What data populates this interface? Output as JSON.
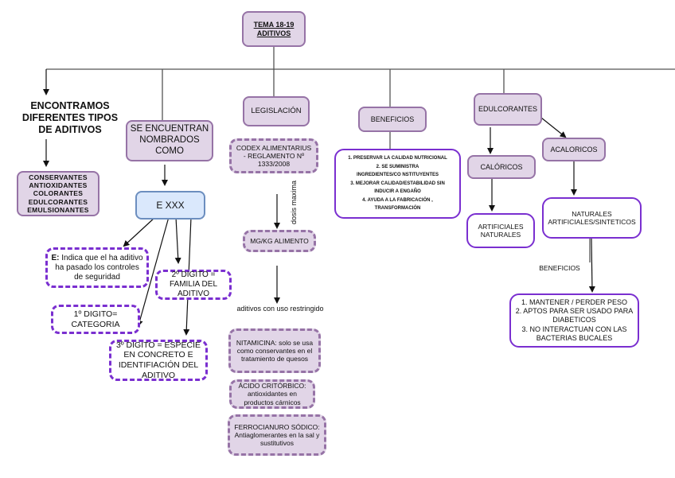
{
  "root": {
    "line1": "TEMA 18-19",
    "line2": "ADITIVOS"
  },
  "branches": {
    "tipos": {
      "heading_lines": [
        "ENCONTRAMOS",
        "DIFERENTES TIPOS",
        "DE ADITIVOS"
      ],
      "list_lines": [
        "CONSERVANTES",
        "ANTIOXIDANTES",
        "COLORANTES",
        "EDULCORANTES",
        "EMULSIONANTES"
      ]
    },
    "nombrados": {
      "heading_lines": [
        "SE ENCUENTRAN",
        "NOMBRADOS",
        "COMO"
      ],
      "code": "E XXX",
      "e_note_bold": "E:",
      "e_note_text": "Indica que el ha aditivo ha pasado los controles de seguridad",
      "digit1_lines": [
        "1º DIGITO=",
        "CATEGORIA"
      ],
      "digit2_lines": [
        "2º DIGITO =",
        "FAMILIA DEL",
        "ADITIVO"
      ],
      "digit3_lines": [
        "3º DIGITO = ESPECIE",
        "EN CONCRETO E",
        "IDENTIFIACIÓN DEL",
        "ADITIVO"
      ]
    },
    "legislacion": {
      "heading": "LEGISLACIÓN",
      "codex_lines": [
        "CODEX ALIMENTARIUS",
        "- REGLAMENTO Nº",
        "1333/2008"
      ],
      "edge_label": "dosis maxima",
      "unit": "MG/KG ALIMENTO",
      "restricted_label": "aditivos con uso restringido",
      "examples": [
        {
          "name": "NITAMICINA:",
          "desc": "solo se usa como conservantes en el tratamiento de quesos"
        },
        {
          "name": "ÁCIDO CRITÓRBICO:",
          "desc": "antioxidantes en productos cárnicos"
        },
        {
          "name": "FERROCIANURO SÓDICO:",
          "desc": "Antiaglomerantes en la sal y sustitutivos"
        }
      ]
    },
    "beneficios": {
      "heading": "BENEFICIOS",
      "list_lines": [
        "1. PRESERVAR LA CALIDAD NUTRICIONAL",
        "2. SE SUMINISTRA",
        "INGREDIENTES/CO NSTITUYENTES",
        "3. MEJORAR CALIDAD/ESTABILIDAD SIN",
        "INDUCIR A ENGAÑO",
        "4. AYUDA A LA FABRICACIÓN ,",
        "TRANSFORMACIÓN"
      ]
    },
    "edulcorantes": {
      "heading": "EDULCORANTES",
      "caloricos": "CALÓRICOS",
      "caloricos_types": [
        "ARTIFICIALES",
        "NATURALES"
      ],
      "acaloricos": "ACALORICOS",
      "acaloricos_types": [
        "NATURALES",
        "ARTIFICIALES/SINTETICOS"
      ],
      "edge_label": "BENEFICIOS",
      "benefits_lines": [
        "1. MANTENER / PERDER PESO",
        "2. APTOS PARA SER USADO PARA",
        "DIABETICOS",
        "3. NO INTERACTUAN CON LAS",
        "BACTERIAS BUCALES"
      ]
    }
  }
}
